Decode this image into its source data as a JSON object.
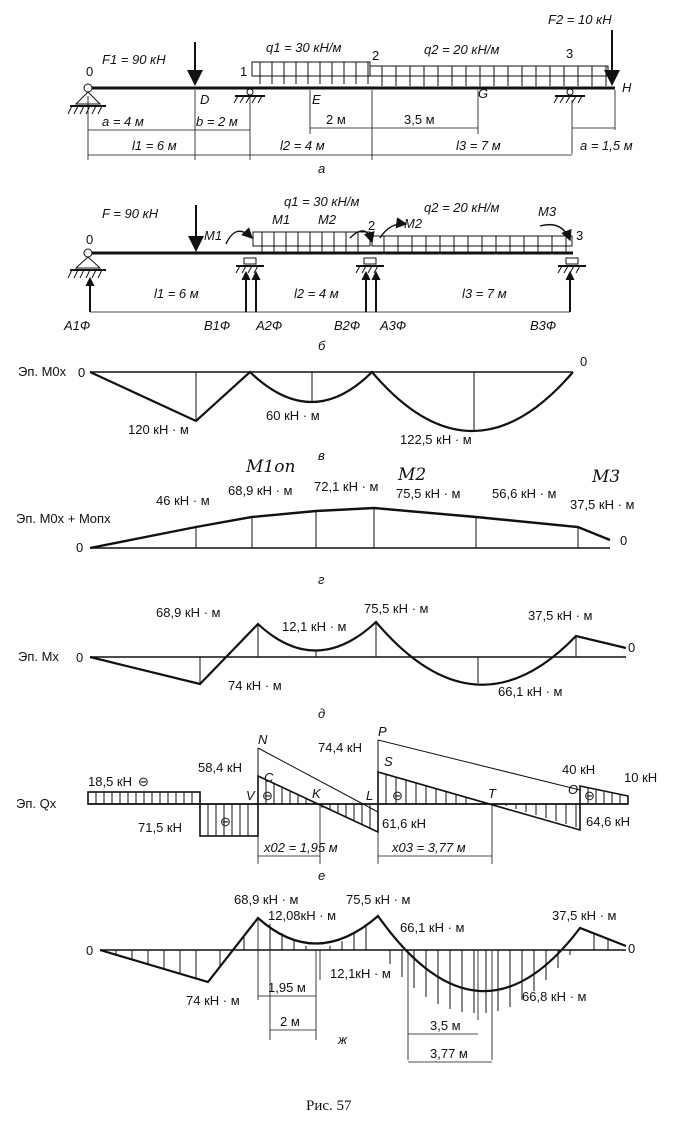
{
  "figure": {
    "caption": "Рис. 57",
    "colors": {
      "ink": "#111111",
      "paper": "#ffffff"
    }
  },
  "panel_a": {
    "sub": "а",
    "load_F1": "F1 = 90 кН",
    "load_F2": "F2 = 10 кН",
    "load_q1": "q1 = 30 кН/м",
    "load_q2": "q2 = 20 кН/м",
    "node0": "0",
    "node1": "1",
    "node2": "2",
    "node3": "3",
    "pt_D": "D",
    "pt_E": "E",
    "pt_G": "G",
    "pt_H": "H",
    "dim_a": "a = 4 м",
    "dim_b": "b = 2 м",
    "dim_l1": "l1 = 6 м",
    "dim_l2": "l2 = 4 м",
    "dim_l3": "l3 = 7 м",
    "dim_2": "2 м",
    "dim_35": "3,5 м",
    "dim_a15": "a = 1,5 м"
  },
  "panel_b": {
    "sub": "б",
    "load_F": "F = 90 кН",
    "load_q1": "q1 = 30 кН/м",
    "load_q2": "q2 = 20 кН/м",
    "M1_left": "M1",
    "M1": "M1",
    "M2_left": "M2",
    "M2_right": "M2",
    "M3": "M3",
    "node0": "0",
    "node2": "2",
    "node3": "3",
    "dim_l1": "l1 = 6 м",
    "dim_l2": "l2 = 4 м",
    "dim_l3": "l3 = 7 м",
    "A1": "A1Ф",
    "B1": "B1Ф",
    "A2": "A2Ф",
    "B2": "B2Ф",
    "A3": "A3Ф",
    "B3": "B3Ф"
  },
  "panel_v": {
    "sub": "в",
    "title": "Эп. M0x",
    "zero_left": "0",
    "zero_right": "0",
    "v120": "120 кН · м",
    "v60": "60 кН · м",
    "v1225": "122,5 кН · м"
  },
  "panel_g": {
    "sub": "г",
    "title": "Эп. M0x + Mопx",
    "zero_left": "0",
    "zero_right": "0",
    "v46": "46 кН · м",
    "v689": "68,9 кН · м",
    "v721": "72,1 кН · м",
    "v755": "75,5 кН · м",
    "v566": "56,6 кН · м",
    "v375": "37,5 кН · м",
    "hand_m1": "M1оп",
    "hand_m2": "M2",
    "hand_m3": "M3"
  },
  "panel_d": {
    "sub": "д",
    "title": "Эп. Mx",
    "zero_left": "0",
    "zero_right": "0",
    "v689": "68,9 кН · м",
    "v121": "12,1 кН · м",
    "v755": "75,5 кН · м",
    "v375": "37,5 кН · м",
    "v74": "74 кН · м",
    "v661": "66,1 кН · м"
  },
  "panel_e": {
    "sub": "е",
    "title": "Эп. Qx",
    "v185": "18,5 кН",
    "v715": "71,5 кН",
    "v584": "58,4 кН",
    "v744": "74,4 кН",
    "v616": "61,6 кН",
    "v40": "40 кН",
    "v10": "10 кН",
    "v646": "64,6 кН",
    "x02": "x02 = 1,95 м",
    "x03": "x03 = 3,77 м",
    "pt_N": "N",
    "pt_C": "C",
    "pt_K": "K",
    "pt_L": "L",
    "pt_P": "P",
    "pt_S": "S",
    "pt_T": "T",
    "pt_O": "O",
    "pt_V": "V",
    "minus": "⊖"
  },
  "panel_zh": {
    "sub": "ж",
    "zero_left": "0",
    "zero_right": "0",
    "v689": "68,9 кН · м",
    "v755": "75,5 кН · м",
    "v1208": "12,08кН · м",
    "v661": "66,1 кН · м",
    "v375": "37,5 кН · м",
    "v74": "74 кН · м",
    "v121": "12,1кН · м",
    "v668": "66,8 кН · м",
    "d195": "1,95 м",
    "d2": "2 м",
    "d35": "3,5 м",
    "d377": "3,77 м"
  }
}
